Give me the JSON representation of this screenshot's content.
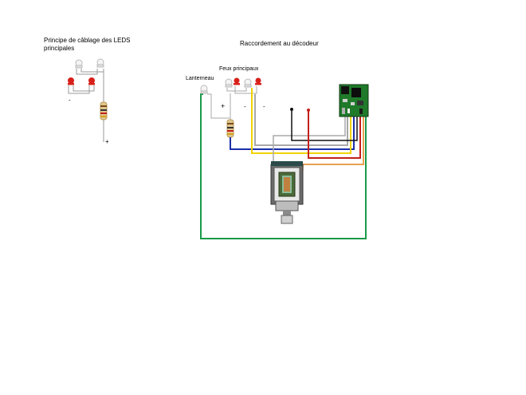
{
  "titles": {
    "left": "Principe de câblage des LEDS principales",
    "right": "Raccordement au décodeur"
  },
  "labels": {
    "lanterneau": "Lanterneau",
    "feux": "Feux principaux",
    "plus": "+",
    "minus": "-"
  },
  "colors": {
    "wire_green": "#1a9a4a",
    "wire_gray": "#a8a8a8",
    "wire_blue": "#1c2fa6",
    "wire_yellow": "#f0d400",
    "wire_black": "#111111",
    "wire_red": "#c4201a",
    "wire_orange": "#e8a050",
    "led_red": "#d8201a",
    "decoder_green": "#1f7a2a"
  }
}
